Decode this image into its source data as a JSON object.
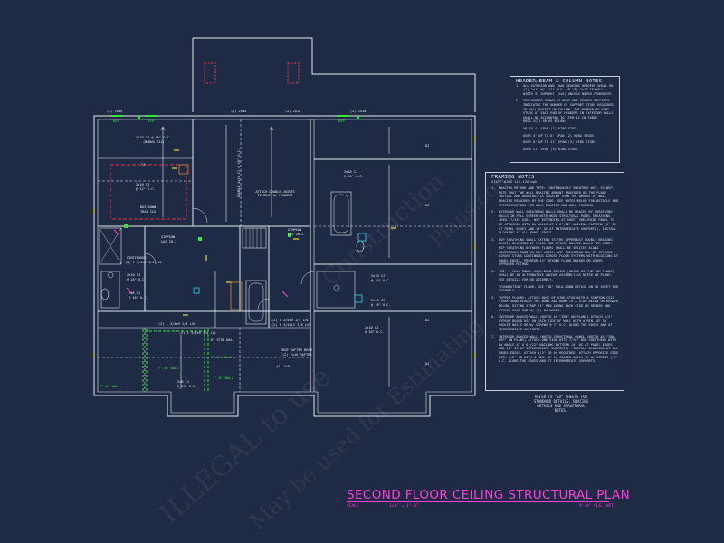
{
  "title": "SECOND FLOOR CEILING STRUCTURAL PLAN",
  "scale_label": "SCALE",
  "scale_value": "1/4\" = 1'-0\"",
  "ceiling_height": "9'-0\" CLG. HGT.",
  "watermark": {
    "line1": "ILLEGAL to use",
    "line2": "May be used for Estimating",
    "line3": "Construction",
    "line4": "Plans.com"
  },
  "header_notes": {
    "title": "HEADER/BEAM & COLUMN NOTES",
    "items": [
      {
        "num": "1.",
        "text": "ALL EXTERIOR AND LOAD BEARING HEADERS SHALL BE (2) 2x10 W/ 1/2\" PLY. OR (3) 2x10 IF WALL WIDTH IS SUPPORT (2x6) UNLESS NOTED OTHERWISE."
      },
      {
        "num": "2.",
        "text": "THE NUMBER SHOWN AT BEAM AND HEADER SUPPORTS INDICATES THE NUMBER OF SUPPORT STUDS REQUIRED IN WALL POCKET OR COLUMN. THE NUMBER OF KING STUDS AT EACH END OF HEADERS IN EXTERIOR WALLS SHALL BE ACCORDING TO ITEM 12 IN TABLE R602.3(5) OR AS BELOW:"
      },
      {
        "num": "",
        "text": "UP TO 4' SPAN (1) KING STUD"
      },
      {
        "num": "",
        "text": "OVER 4' UP TO 8' SPAN (2) KING STUDS"
      },
      {
        "num": "",
        "text": "OVER 8' UP TO 11' SPAN (3) KING STUDS"
      },
      {
        "num": "",
        "text": "OVER 11' SPAN (4) KING STUDS"
      }
    ]
  },
  "framing_notes": {
    "title": "FRAMING NOTES",
    "subtitle": "STATE WIND 115-120 mph",
    "items": [
      {
        "num": "1.",
        "text": "BRACING METHOD AND TYPE: CONTINUOUSLY SHEATHED WSP, CS-WSP. NOTE THAT THE WALL BRACING AMOUNT PROVIDED ON THE PLANS (DETAIL AND DRAWING) IS GREATER THAN THE AMOUNT OF WALL BRACING REQUIRED BY THE CODE. SEE NOTES BELOW FOR DETAILS AND SPECIFICATIONS FOR WALL BRACING AND WALL FRAMING."
      },
      {
        "num": "2.",
        "text": "EXTERIOR WALL SHEATHING WALLS SHALL BE BRACED BY SHEATHING WALLS IN FULL SCREEN WITH WOOD STRUCTURAL PANEL SHEATHING (MIN. 7/16\" OSB). WSP EXTENDING AT SHEET SHEATHING PANEL TO BE ATTACHED WITH 8d NAILS AT A 6\"/12\" NAILING PATTERN (6\" OC AT PANEL EDGES AND 12\" OC AT INTERMEDIATE SUPPORTS), INSTALL BLOCKING AT ALL PANEL EDGES."
      },
      {
        "num": "3.",
        "text": "WSP SHEATHING SHALL EXTEND TO THE UPPERMOST DOUBLE BEARING PLATE, BLOCKING AT FLOOR AND ATTACH BRACED WALLS PER CODE. WSP SHEATHING BETWEEN FLOORS SHALL BE SPLICED ALONG CONTINUOUS BAND OR RIM JOIST. WSP SHEATHING MAY BE SPLICED ACROSS STUDS CONTINUOUS ACROSS FLOOR SYSTEMS WITH BLOCKING AT PANEL EDGES, PREMIUM 12\" BEYOND FLOOR BREAKS OR OTHER APPROVED METHOD."
      },
      {
        "num": "4.",
        "text": "\"HD\" = HOLD DOWN: HOLD-DOWN DEVICE (NOTED AS \"HD\" ON PLANS) SHALL BE AN ALTERNATIVE ANCHOR ASSEMBLY AS NOTED ON PLANS. SEE DETAILS FOR HD ASSEMBLY."
      },
      {
        "num": "",
        "text": "\"FOUNDATION\" FLOOR: USE \"HD\" HOLD-DOWN DETAIL ON SD SHEET FOR ASSEMBLY."
      },
      {
        "num": "5.",
        "text": "\"UPPER FLOORS: ATTACH BASE OF KING STUD WITH A SIMPSON CS22 STRAP DOWN ACROSS THE BAND AND DOWN TO A STUD BELOW OR HEADER BELOW. EXTEND STRAP 11\" MIN ALONG EACH STUD OR HEADER AND ATTACH EACH END W/ (7) 8d NAILS."
      },
      {
        "num": "6.",
        "text": "INTERIOR BRACED WALL (NOTED AS \"IBW\" ON PLANS) ATTACH 1/2\" GYPSUM BOARD USE ON EACH SIDE OF WALL WITH A MIN. OF 5d COOLER NAILS OR W/ SCREWS @ 7\" O.C. ALONG THE EDGES AND AT INTERMEDIATE SUPPORTS."
      },
      {
        "num": "7.",
        "text": "INTERIOR BRACED WALL (NOTED STRUCTURAL PANEL (NOTED AS \"IBW-WSP\" ON PLANS) ATTACH ONE SIDE WITH 7/16\" WSP SHEATHING WITH 8d NAILS AT A 6\"/12\" NAILING PATTERN (6\" OC AT PANEL EDGES AND 12\" OC AT INTERMEDIATE SUPPORTS). INSTALL BLOCKING AT ALL PANEL EDGES. ATTACH 1/2\" GB AS REQUIRED. ATTACH OPPOSITE SIDE WITH 1/2\" GB WITH A MIN. OF 5d COOLER NAILS OR W/ SCREWS @ 7\" O.C. ALONG THE EDGES AND AT INTERMEDIATE SUPPORTS."
      }
    ]
  },
  "refer_note": "REFER TO \"SD\" SHEETS FOR STANDARD DETAILS, BRACING DETAILS AND STRUCTURAL NOTES.",
  "plan_labels": {
    "h_2x10_a": "(2) 2x10",
    "h_2x10_b": "(2) 2x10",
    "h_2x10_c": "(2) 2x10",
    "h_2x10_d": "(2) 2x10",
    "dsp_a": "DSP",
    "dsp_b": "DSP",
    "dsp_c": "DSP",
    "beam_1": "2x10 CJ @ 16\" O.C.",
    "beam_1b": "(BONUS TJI)",
    "tj": "TJ",
    "joist_1": "2x10 CJ",
    "joist_1b": "@ 12\" O.C.",
    "dbl_joist": "DOUBLE 2x10 CJ @ 16\" O.C.",
    "attach": "ATTACH DOUBLE JOISTS TO BEAM W/ HANGERS",
    "box_down": "BOX DOWN",
    "box_down_b": "TRAY CLG.",
    "simpson": "SIMPSON",
    "simpson_b": "LUS 28-2",
    "simpson2": "SIMPSON",
    "simpson2_b": "LUS 28-2",
    "continuous": "CONTINUOUS",
    "lvl_1": "(2) 1 3/4x9 1/4 LVL",
    "lvl_2": "(2) 1 3/4x9 1/4 LVL",
    "lvl_3": "(2) 1 3/4x11 7/8 LVL",
    "lvl_4": "(2) 1 3/4x9 1/4 LVL",
    "stud_wall": "6\" STUD WALL",
    "drop_beam": "DROP RAFTER BEAM",
    "drop_beam_b": "(2) 2x10 RAFTER",
    "r2x8": "(2) 2x8",
    "dj_1": "DJ",
    "dj_2": "DJ",
    "dj_3": "DJ",
    "dj_4": "DJ",
    "cj_r1": "2x10 CJ",
    "cj_r1b": "@ 16\" O.C.",
    "cj_r2": "2x10 CJ",
    "cj_r2b": "@ 16\" O.C.",
    "cj_r3": "2x10 CJ",
    "cj_r3b": "@ 16\" O.C.",
    "cj_r4": "2x10 CJ",
    "cj_r4b": "@ 16\" O.C.",
    "cj_l1": "2x10 CJ",
    "cj_l1b": "@ 16\" O.C.",
    "cj_l2": "2x8 CJ",
    "cj_l2b": "@ 16\" O.C.",
    "cj_bl": "2x8 CJ",
    "cj_blb": "@ 16\" O.C.",
    "wall7a": "7'-8\" WALL",
    "wall7b": "7'-8\" WALL",
    "wall7c": "7'-8\" WALL",
    "wall7d": "7'-8\" WALL",
    "cont_lvl": "(2) 1 3/4x9 1/4 LVL"
  }
}
